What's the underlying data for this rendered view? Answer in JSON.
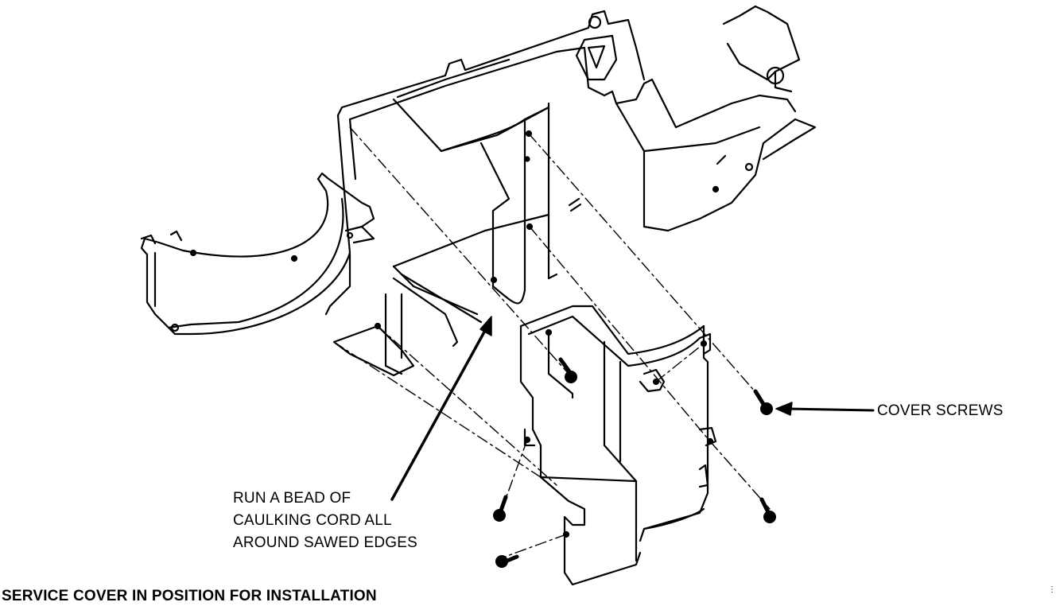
{
  "diagram": {
    "labels": {
      "cover_screws": "COVER SCREWS",
      "caulk_line_1": "RUN A BEAD OF",
      "caulk_line_2": "CAULKING CORD ALL",
      "caulk_line_3": "AROUND SAWED EDGES"
    },
    "caption": "SERVICE COVER IN POSITION FOR INSTALLATION",
    "colors": {
      "ink": "#000000",
      "paper": "#ffffff"
    }
  }
}
